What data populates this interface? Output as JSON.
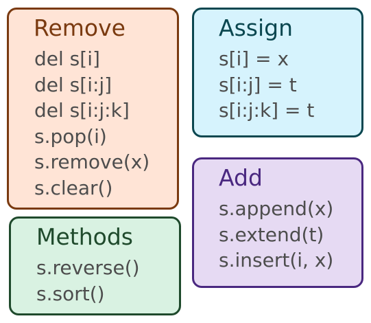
{
  "boxes": {
    "remove": {
      "title": "Remove",
      "items": [
        "del s[i]",
        "del s[i:j]",
        "del s[i:j:k]",
        "s.pop(i)",
        "s.remove(x)",
        "s.clear()"
      ],
      "colors": {
        "border": "#7a3a10",
        "fill": "#ffe4d6",
        "title": "#7a3a10"
      }
    },
    "assign": {
      "title": "Assign",
      "items": [
        "s[i] = x",
        "s[i:j] = t",
        "s[i:j:k] = t"
      ],
      "colors": {
        "border": "#0b4750",
        "fill": "#d6f3fd",
        "title": "#0b4750"
      }
    },
    "add": {
      "title": "Add",
      "items": [
        "s.append(x)",
        "s.extend(t)",
        "s.insert(i, x)"
      ],
      "colors": {
        "border": "#4a2880",
        "fill": "#e6daf3",
        "title": "#4a2880"
      }
    },
    "methods": {
      "title": "Methods",
      "items": [
        "s.reverse()",
        "s.sort()"
      ],
      "colors": {
        "border": "#1f4a2c",
        "fill": "#d9f2e2",
        "title": "#1f4a2c"
      }
    }
  },
  "item_text_color": "#4d4d4d"
}
